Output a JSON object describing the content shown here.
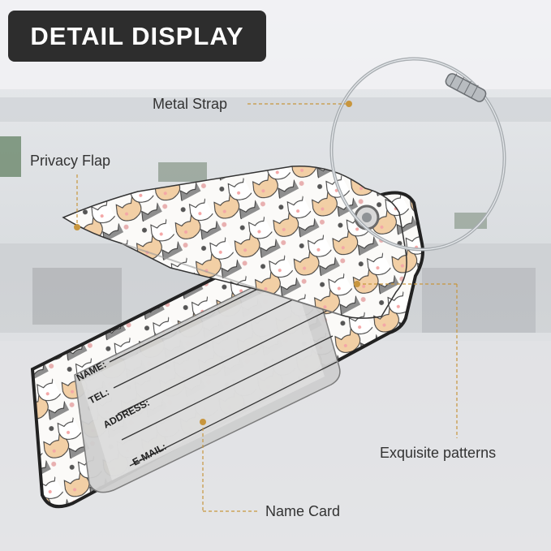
{
  "header": {
    "title": "DETAIL DISPLAY"
  },
  "callouts": {
    "metal_strap": "Metal Strap",
    "privacy_flap": "Privacy Flap",
    "exquisite_patterns": "Exquisite patterns",
    "name_card": "Name Card"
  },
  "name_card_fields": [
    "NAME:",
    "TEL:",
    "ADDRESS:",
    "E-MAIL:"
  ],
  "colors": {
    "badge_bg": "#2d2d2d",
    "callout_line": "#c8963e",
    "tag_edge": "#222222"
  }
}
